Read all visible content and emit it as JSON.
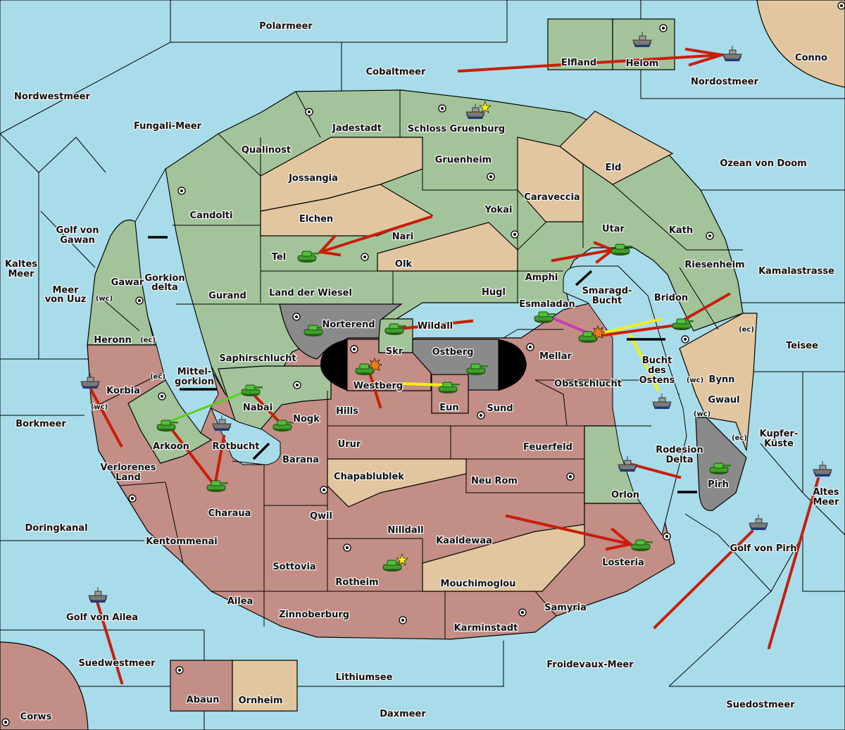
{
  "map": {
    "colors": {
      "sea": "#a8dcea",
      "power_green": "#a3c49a",
      "power_red": "#c38e86",
      "neutral_tan": "#e2c69f",
      "neutral_gray": "#8a8a8a",
      "order_move": "#c81e0a",
      "order_support": "#f2ee1a",
      "order_convoy": "#c83cb4",
      "order_cut": "#55d21e"
    },
    "sea_labels": [
      {
        "id": "polarmeer",
        "name": "Polarmeer"
      },
      {
        "id": "cobaltmeer",
        "name": "Cobaltmeer"
      },
      {
        "id": "nordwestmeer",
        "name": "Nordwestmeer"
      },
      {
        "id": "fungali-meer",
        "name": "Fungali-Meer"
      },
      {
        "id": "nordostmeer",
        "name": "Nordostmeer"
      },
      {
        "id": "ozean-von-doom",
        "name": "Ozean von Doom"
      },
      {
        "id": "golf-von-gawan-1",
        "name": "Golf von"
      },
      {
        "id": "golf-von-gawan-2",
        "name": "Gawan"
      },
      {
        "id": "kaltes-meer-1",
        "name": "Kaltes"
      },
      {
        "id": "kaltes-meer-2",
        "name": "Meer"
      },
      {
        "id": "meer-von-uuz-1",
        "name": "Meer"
      },
      {
        "id": "meer-von-uuz-2",
        "name": "von Uuz"
      },
      {
        "id": "gorkion-delta-1",
        "name": "Gorkion"
      },
      {
        "id": "gorkion-delta-2",
        "name": "delta"
      },
      {
        "id": "kamalastrasse",
        "name": "Kamalastrasse"
      },
      {
        "id": "smaragd-bucht-1",
        "name": "Smaragd-"
      },
      {
        "id": "smaragd-bucht-2",
        "name": "Bucht"
      },
      {
        "id": "teisee",
        "name": "Teisee"
      },
      {
        "id": "bucht-des-ostens-1",
        "name": "Bucht"
      },
      {
        "id": "bucht-des-ostens-2",
        "name": "des"
      },
      {
        "id": "bucht-des-ostens-3",
        "name": "Ostens"
      },
      {
        "id": "mittelgorkion-1",
        "name": "Mittel-"
      },
      {
        "id": "mittelgorkion-2",
        "name": "gorkion"
      },
      {
        "id": "borkmeer",
        "name": "Borkmeer"
      },
      {
        "id": "rotbucht",
        "name": "Rotbucht"
      },
      {
        "id": "kupfer-kueste-1",
        "name": "Kupfer-"
      },
      {
        "id": "kupfer-kueste-2",
        "name": "Küste"
      },
      {
        "id": "rodesion-delta-1",
        "name": "Rodesion"
      },
      {
        "id": "rodesion-delta-2",
        "name": "Delta"
      },
      {
        "id": "altes-meer-1",
        "name": "Altes"
      },
      {
        "id": "altes-meer-2",
        "name": "Meer"
      },
      {
        "id": "doringkanal",
        "name": "Doringkanal"
      },
      {
        "id": "golf-von-pirh",
        "name": "Golf von Pirh"
      },
      {
        "id": "golf-von-ailea",
        "name": "Golf von Ailea"
      },
      {
        "id": "suedwestmeer",
        "name": "Suedwestmeer"
      },
      {
        "id": "froidevaux-meer",
        "name": "Froidevaux-Meer"
      },
      {
        "id": "lithiumsee",
        "name": "Lithiumsee"
      },
      {
        "id": "daxmeer",
        "name": "Daxmeer"
      },
      {
        "id": "suedostmeer",
        "name": "Suedostmeer"
      }
    ],
    "land_labels": [
      {
        "id": "elfland",
        "name": "Elfland",
        "owner": "green"
      },
      {
        "id": "helom",
        "name": "Helom",
        "owner": "green"
      },
      {
        "id": "conno",
        "name": "Conno",
        "owner": "neutral"
      },
      {
        "id": "jadestadt",
        "name": "Jadestadt",
        "owner": "green"
      },
      {
        "id": "schloss-gruenburg",
        "name": "Schloss Gruenburg",
        "owner": "green"
      },
      {
        "id": "qualinost",
        "name": "Qualinost",
        "owner": "green"
      },
      {
        "id": "gruenheim",
        "name": "Gruenheim",
        "owner": "green"
      },
      {
        "id": "eld",
        "name": "Eld",
        "owner": "neutral"
      },
      {
        "id": "jossangia",
        "name": "Jossangia",
        "owner": "neutral"
      },
      {
        "id": "caraveccia",
        "name": "Caraveccia",
        "owner": "neutral"
      },
      {
        "id": "candolti",
        "name": "Candolti",
        "owner": "green"
      },
      {
        "id": "yokai",
        "name": "Yokai",
        "owner": "green"
      },
      {
        "id": "elchen",
        "name": "Elchen",
        "owner": "neutral"
      },
      {
        "id": "nari",
        "name": "Nari",
        "owner": "green"
      },
      {
        "id": "utar",
        "name": "Utar",
        "owner": "green"
      },
      {
        "id": "kath",
        "name": "Kath",
        "owner": "green"
      },
      {
        "id": "tel",
        "name": "Tel",
        "owner": "green"
      },
      {
        "id": "olk",
        "name": "Olk",
        "owner": "neutral"
      },
      {
        "id": "riesenheim",
        "name": "Riesenheim",
        "owner": "green"
      },
      {
        "id": "amphi",
        "name": "Amphi",
        "owner": "green"
      },
      {
        "id": "gawar",
        "name": "Gawar",
        "owner": "green"
      },
      {
        "id": "land-der-wiesel",
        "name": "Land der Wiesel",
        "owner": "green"
      },
      {
        "id": "gurand",
        "name": "Gurand",
        "owner": "green"
      },
      {
        "id": "hugl",
        "name": "Hugl",
        "owner": "green"
      },
      {
        "id": "bridon",
        "name": "Bridon",
        "owner": "green"
      },
      {
        "id": "esmaladan",
        "name": "Esmaladan",
        "owner": "green"
      },
      {
        "id": "norterend",
        "name": "Norterend",
        "owner": "gray"
      },
      {
        "id": "wildall",
        "name": "Wildall",
        "owner": "green"
      },
      {
        "id": "heronn",
        "name": "Heronn",
        "owner": "green"
      },
      {
        "id": "skr",
        "name": "Skr",
        "owner": "green"
      },
      {
        "id": "ostberg",
        "name": "Ostberg",
        "owner": "gray"
      },
      {
        "id": "mellar",
        "name": "Mellar",
        "owner": "red"
      },
      {
        "id": "saphirschlucht",
        "name": "Saphirschlucht",
        "owner": "green"
      },
      {
        "id": "bynn",
        "name": "Bynn",
        "owner": "neutral"
      },
      {
        "id": "westberg",
        "name": "Westberg",
        "owner": "red"
      },
      {
        "id": "obstschlucht",
        "name": "Obstschlucht",
        "owner": "red"
      },
      {
        "id": "korbia",
        "name": "Korbia",
        "owner": "red"
      },
      {
        "id": "nabai",
        "name": "Nabai",
        "owner": "green"
      },
      {
        "id": "gwaul",
        "name": "Gwaul",
        "owner": "neutral"
      },
      {
        "id": "hills",
        "name": "Hills",
        "owner": "red"
      },
      {
        "id": "eun",
        "name": "Eun",
        "owner": "red"
      },
      {
        "id": "sund",
        "name": "Sund",
        "owner": "red"
      },
      {
        "id": "nogk",
        "name": "Nogk",
        "owner": "red"
      },
      {
        "id": "arkoon",
        "name": "Arkoon",
        "owner": "green"
      },
      {
        "id": "urur",
        "name": "Urur",
        "owner": "red"
      },
      {
        "id": "feuerfeld",
        "name": "Feuerfeld",
        "owner": "red"
      },
      {
        "id": "barana",
        "name": "Barana",
        "owner": "red"
      },
      {
        "id": "chapablublek",
        "name": "Chapablublek",
        "owner": "neutral"
      },
      {
        "id": "verlorenes-land-1",
        "name": "Verlorenes",
        "owner": "red"
      },
      {
        "id": "verlorenes-land-2",
        "name": "Land",
        "owner": "red"
      },
      {
        "id": "neu-rom",
        "name": "Neu Rom",
        "owner": "red"
      },
      {
        "id": "pirh",
        "name": "Pirh",
        "owner": "gray"
      },
      {
        "id": "orlon",
        "name": "Orlon",
        "owner": "green"
      },
      {
        "id": "charaua",
        "name": "Charaua",
        "owner": "red"
      },
      {
        "id": "qwil",
        "name": "Qwil",
        "owner": "red"
      },
      {
        "id": "nilldall",
        "name": "Nilldall",
        "owner": "red"
      },
      {
        "id": "kentommenai",
        "name": "Kentommenai",
        "owner": "red"
      },
      {
        "id": "kaaldewaa",
        "name": "Kaaldewaa",
        "owner": "red"
      },
      {
        "id": "losteria",
        "name": "Losteria",
        "owner": "red"
      },
      {
        "id": "sottovia",
        "name": "Sottovia",
        "owner": "red"
      },
      {
        "id": "rotheim",
        "name": "Rotheim",
        "owner": "red"
      },
      {
        "id": "mouchimoglou",
        "name": "Mouchimoglou",
        "owner": "neutral"
      },
      {
        "id": "ailea",
        "name": "Ailea",
        "owner": "red"
      },
      {
        "id": "samyria",
        "name": "Samyria",
        "owner": "red"
      },
      {
        "id": "zinnoberburg",
        "name": "Zinnoberburg",
        "owner": "red"
      },
      {
        "id": "karminstadt",
        "name": "Karminstadt",
        "owner": "red"
      },
      {
        "id": "abaun",
        "name": "Abaun",
        "owner": "red"
      },
      {
        "id": "ornheim",
        "name": "Ornheim",
        "owner": "neutral"
      },
      {
        "id": "corws",
        "name": "Corws",
        "owner": "red"
      }
    ],
    "coast_tags": {
      "wc": "(wc)",
      "ec": "(ec)"
    },
    "units": [
      {
        "type": "fleet",
        "province": "Helom",
        "power": "green"
      },
      {
        "type": "fleet",
        "province": "Nordostmeer",
        "power": "green"
      },
      {
        "type": "fleet",
        "province": "Schloss Gruenburg",
        "power": "green",
        "marker": "star"
      },
      {
        "type": "army",
        "province": "Tel",
        "power": "green"
      },
      {
        "type": "army",
        "province": "Utar",
        "power": "green"
      },
      {
        "type": "army",
        "province": "Norterend",
        "power": "green"
      },
      {
        "type": "army",
        "province": "Skr",
        "power": "green"
      },
      {
        "type": "army",
        "province": "Esmaladan",
        "power": "green"
      },
      {
        "type": "army",
        "province": "Bridon",
        "power": "green"
      },
      {
        "type": "army",
        "province": "Mellar",
        "power": "red",
        "marker": "dislodged"
      },
      {
        "type": "army",
        "province": "Westberg",
        "power": "red",
        "marker": "dislodged"
      },
      {
        "type": "army",
        "province": "Ostberg",
        "power": "gray"
      },
      {
        "type": "army",
        "province": "Eun",
        "power": "red"
      },
      {
        "type": "fleet",
        "province": "Korbia",
        "power": "red"
      },
      {
        "type": "army",
        "province": "Nabai",
        "power": "green"
      },
      {
        "type": "army",
        "province": "Nogk",
        "power": "red"
      },
      {
        "type": "army",
        "province": "Arkoon",
        "power": "green"
      },
      {
        "type": "fleet",
        "province": "Rotbucht",
        "power": "green"
      },
      {
        "type": "army",
        "province": "Charaua",
        "power": "red"
      },
      {
        "type": "fleet",
        "province": "Bucht des Ostens",
        "power": "red"
      },
      {
        "type": "fleet",
        "province": "Orlon",
        "power": "green"
      },
      {
        "type": "army",
        "province": "Pirh",
        "power": "gray"
      },
      {
        "type": "army",
        "province": "Losteria",
        "power": "red"
      },
      {
        "type": "army",
        "province": "Rotheim",
        "power": "red",
        "marker": "star"
      },
      {
        "type": "fleet",
        "province": "Golf von Pirh",
        "power": "red"
      },
      {
        "type": "fleet",
        "province": "Altes Meer",
        "power": "red"
      },
      {
        "type": "fleet",
        "province": "Golf von Ailea",
        "power": "red"
      }
    ]
  }
}
